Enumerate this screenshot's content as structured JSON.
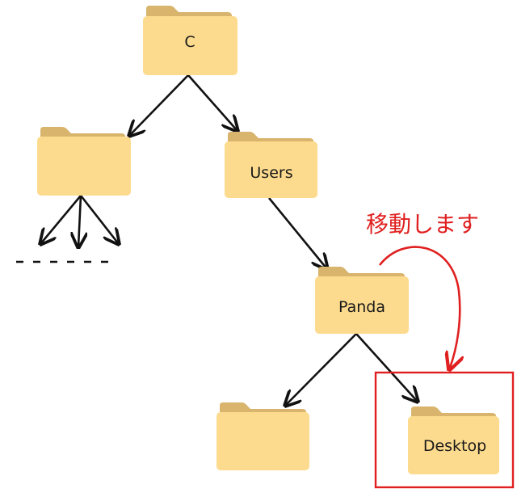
{
  "folders": {
    "c": "C",
    "users": "Users",
    "panda": "Panda",
    "desktop": "Desktop"
  },
  "annotation": {
    "text": "移動します"
  },
  "colors": {
    "folder_front": "#FDDB8E",
    "folder_tab": "#D8B46C",
    "arrow": "#111111",
    "highlight": "#e02020"
  }
}
